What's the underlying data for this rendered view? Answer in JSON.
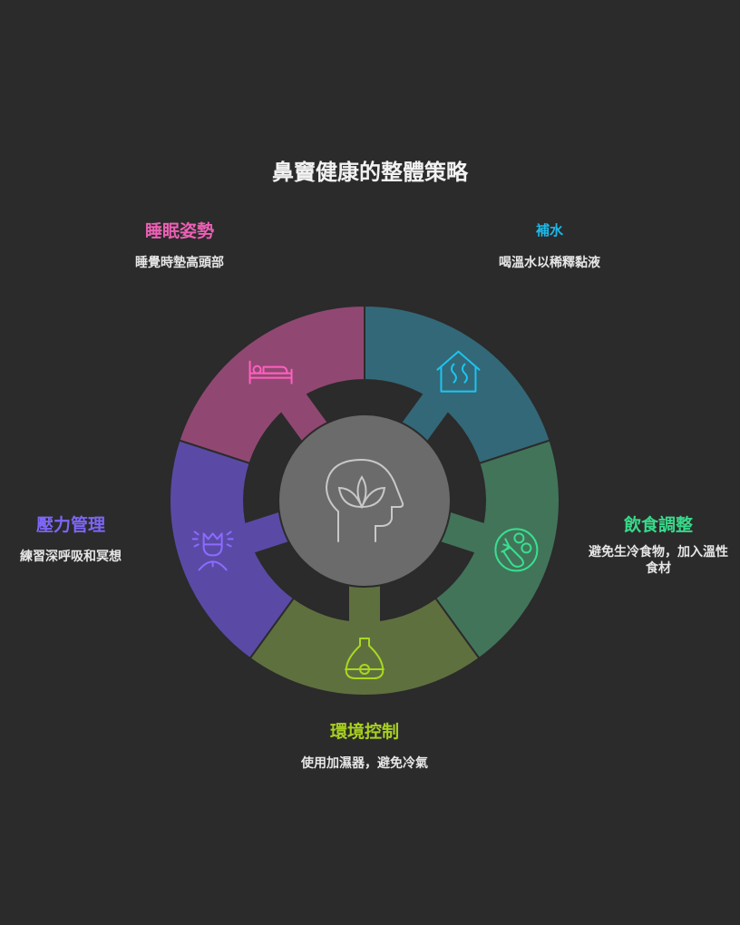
{
  "title": "鼻竇健康的整體策略",
  "center_icon": "head-lotus-icon",
  "segments": [
    {
      "key": "sleep",
      "title": "睡眠姿勢",
      "desc": "睡覺時墊高頭部",
      "icon": "bed-icon",
      "fill": "#904872",
      "accent": "#ff5fbf"
    },
    {
      "key": "hydration",
      "title": "補水",
      "desc": "喝溫水以稀釋黏液",
      "icon": "warm-house-icon",
      "fill": "#336878",
      "accent": "#1cc4f0"
    },
    {
      "key": "diet",
      "title": "飲食調整",
      "desc": "避免生冷食物，加入溫性食材",
      "icon": "vegetables-icon",
      "fill": "#42745a",
      "accent": "#38e08e"
    },
    {
      "key": "environment",
      "title": "環境控制",
      "desc": "使用加濕器，避免冷氣",
      "icon": "humidifier-icon",
      "fill": "#5f703f",
      "accent": "#a8d820"
    },
    {
      "key": "stress",
      "title": "壓力管理",
      "desc": "練習深呼吸和冥想",
      "icon": "meditation-icon",
      "fill": "#5a4aa6",
      "accent": "#8b6cff"
    }
  ]
}
